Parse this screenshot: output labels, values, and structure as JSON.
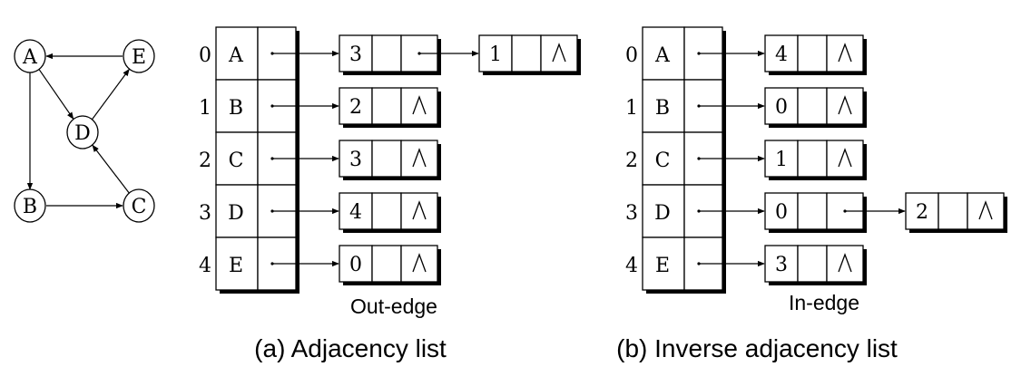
{
  "graph": {
    "nodes": [
      {
        "id": "A",
        "label": "A"
      },
      {
        "id": "B",
        "label": "B"
      },
      {
        "id": "C",
        "label": "C"
      },
      {
        "id": "D",
        "label": "D"
      },
      {
        "id": "E",
        "label": "E"
      }
    ],
    "edges": [
      {
        "from": "E",
        "to": "A"
      },
      {
        "from": "A",
        "to": "D"
      },
      {
        "from": "A",
        "to": "B"
      },
      {
        "from": "D",
        "to": "E"
      },
      {
        "from": "B",
        "to": "C"
      },
      {
        "from": "C",
        "to": "D"
      }
    ]
  },
  "adjacency_list": {
    "caption": "(a) Adjacency list",
    "sublabel": "Out-edge",
    "rows": [
      {
        "index": "0",
        "vertex": "A",
        "chain": [
          "3",
          "1"
        ]
      },
      {
        "index": "1",
        "vertex": "B",
        "chain": [
          "2"
        ]
      },
      {
        "index": "2",
        "vertex": "C",
        "chain": [
          "3"
        ]
      },
      {
        "index": "3",
        "vertex": "D",
        "chain": [
          "4"
        ]
      },
      {
        "index": "4",
        "vertex": "E",
        "chain": [
          "0"
        ]
      }
    ]
  },
  "inverse_adjacency_list": {
    "caption": "(b) Inverse adjacency list",
    "sublabel": "In-edge",
    "rows": [
      {
        "index": "0",
        "vertex": "A",
        "chain": [
          "4"
        ]
      },
      {
        "index": "1",
        "vertex": "B",
        "chain": [
          "0"
        ]
      },
      {
        "index": "2",
        "vertex": "C",
        "chain": [
          "1"
        ]
      },
      {
        "index": "3",
        "vertex": "D",
        "chain": [
          "0",
          "2"
        ]
      },
      {
        "index": "4",
        "vertex": "E",
        "chain": [
          "3"
        ]
      }
    ]
  },
  "null_symbol": "∧"
}
